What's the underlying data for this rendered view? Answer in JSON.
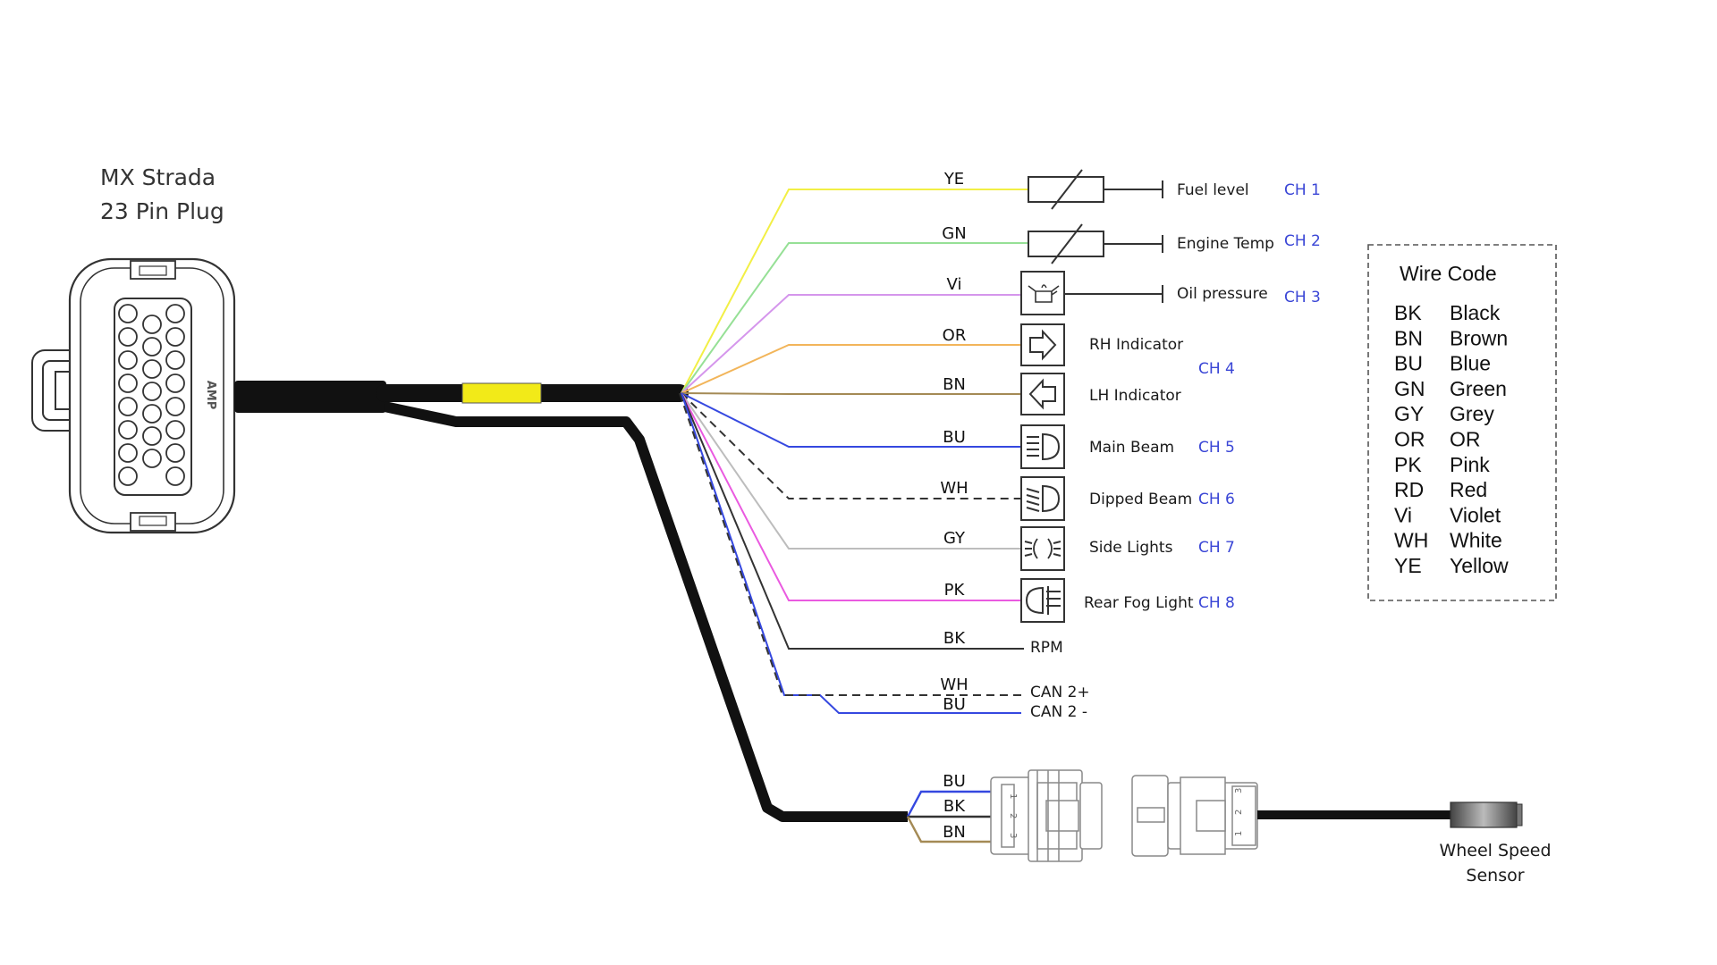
{
  "plug": {
    "title_line1": "MX   Strada",
    "title_line2": "23 Pin Plug",
    "brand": "AMP"
  },
  "colors": {
    "YE": "#f2ef45",
    "GN": "#96e096",
    "Vi": "#d596ec",
    "OR": "#f2b55a",
    "BN": "#a48a55",
    "BU": "#3548e0",
    "WH": "#333333",
    "GY": "#bdbdbd",
    "PK": "#ea5ae0",
    "BK": "#333333",
    "channel": "#3a46d6",
    "harness": "#111111",
    "sleeve": "#f2ea18"
  },
  "wires": [
    {
      "code": "YE",
      "function": "Fuel level",
      "channel": "CH 1",
      "icon": "sender-icon"
    },
    {
      "code": "GN",
      "function": "Engine Temp",
      "channel": "CH 2",
      "icon": "sender-icon"
    },
    {
      "code": "Vi",
      "function": "Oil pressure",
      "channel": "CH 3",
      "icon": "oil-can-icon"
    },
    {
      "code": "OR",
      "function": "RH Indicator",
      "channel": "",
      "icon": "arrow-right-icon"
    },
    {
      "code": "BN",
      "function": "LH Indicator",
      "channel": "",
      "icon": "arrow-left-icon"
    },
    {
      "code": "BU",
      "function": "Main Beam",
      "channel": "CH 5",
      "icon": "main-beam-icon"
    },
    {
      "code": "WH",
      "function": "Dipped Beam",
      "channel": "CH 6",
      "icon": "dipped-beam-icon"
    },
    {
      "code": "GY",
      "function": "Side Lights",
      "channel": "CH 7",
      "icon": "side-lights-icon"
    },
    {
      "code": "PK",
      "function": "Rear Fog Light",
      "channel": "CH 8",
      "icon": "rear-fog-icon"
    },
    {
      "code": "BK",
      "function": "RPM",
      "channel": "",
      "icon": ""
    },
    {
      "code": "WH",
      "function": "CAN 2+",
      "channel": "",
      "icon": ""
    },
    {
      "code": "BU",
      "function": "CAN 2 -",
      "channel": "",
      "icon": ""
    }
  ],
  "indicator_channel": "CH 4",
  "sensor": {
    "wires": [
      "BU",
      "BK",
      "BN"
    ],
    "pins_left": [
      "1",
      "2",
      "3"
    ],
    "pins_right": [
      "3",
      "2",
      "1"
    ],
    "label_line1": "Wheel Speed",
    "label_line2": "Sensor"
  },
  "wire_code": {
    "title": "Wire Code",
    "entries": [
      {
        "code": "BK",
        "name": "Black"
      },
      {
        "code": "BN",
        "name": "Brown"
      },
      {
        "code": "BU",
        "name": "Blue"
      },
      {
        "code": "GN",
        "name": "Green"
      },
      {
        "code": "GY",
        "name": "Grey"
      },
      {
        "code": "OR",
        "name": "OR"
      },
      {
        "code": "PK",
        "name": "Pink"
      },
      {
        "code": "RD",
        "name": "Red"
      },
      {
        "code": "Vi",
        "name": "Violet"
      },
      {
        "code": "WH",
        "name": "White"
      },
      {
        "code": "YE",
        "name": "Yellow"
      }
    ]
  }
}
